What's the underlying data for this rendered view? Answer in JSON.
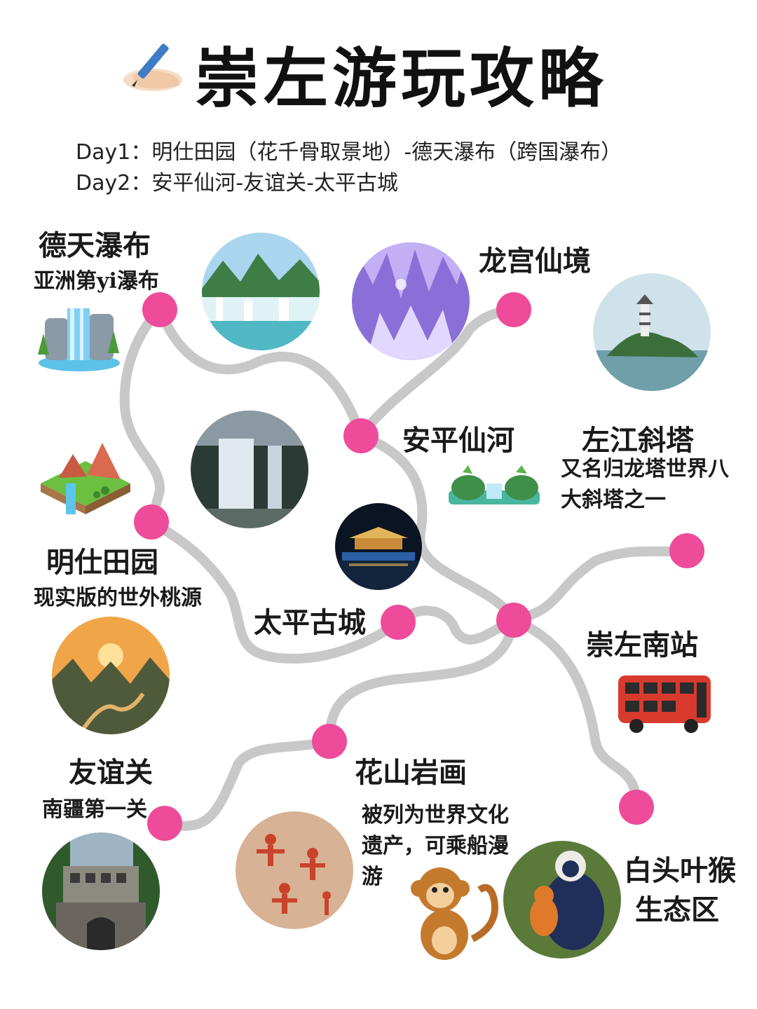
{
  "title": "崇左游玩攻略",
  "itinerary": {
    "day1": "Day1：明仕田园（花千骨取景地）-德天瀑布（跨国瀑布）",
    "day2": "Day2：安平仙河-友谊关-太平古城"
  },
  "places": {
    "detian": {
      "name": "德天瀑布",
      "desc": "亚洲第yi瀑布"
    },
    "longgong": {
      "name": "龙宫仙境"
    },
    "anping": {
      "name": "安平仙河"
    },
    "zuojiang": {
      "name": "左江斜塔",
      "desc_lines": [
        "又名归龙塔世界八",
        "大斜塔之一"
      ]
    },
    "mingshi": {
      "name": "明仕田园",
      "desc": "现实版的世外桃源"
    },
    "taiping": {
      "name": "太平古城"
    },
    "station": {
      "name": "崇左南站"
    },
    "youyi": {
      "name": "友谊关",
      "desc": "南疆第一关"
    },
    "huashan": {
      "name": "花山岩画",
      "desc_lines": [
        "被列为世界文化",
        "遗产，可乘船漫",
        "游"
      ]
    },
    "monkey": {
      "name_lines": [
        "白头叶猴",
        "生态区"
      ]
    }
  },
  "colors": {
    "route": "#c8c8c8",
    "stop": "#ee4b9b",
    "text": "#1a1a1a"
  },
  "icons": [
    "pen-hand-icon",
    "waterfall-icon",
    "valley-icon",
    "river-icon",
    "bus-icon",
    "monkey-icon"
  ]
}
